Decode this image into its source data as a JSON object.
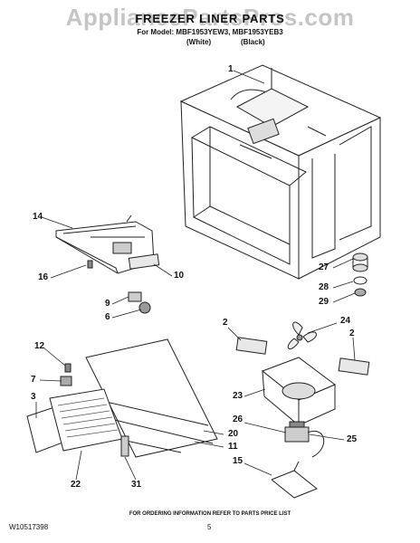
{
  "watermark": "AppliancePartsPros.com",
  "header": {
    "title": "FREEZER LINER PARTS",
    "model_line": "For Model: MBF1953YEW3, MBF1953YEB3",
    "variants": [
      "(White)",
      "(Black)"
    ]
  },
  "callouts": [
    "1",
    "14",
    "16",
    "10",
    "9",
    "6",
    "27",
    "28",
    "29",
    "2",
    "24",
    "2",
    "12",
    "7",
    "3",
    "23",
    "26",
    "25",
    "20",
    "11",
    "15",
    "22",
    "31"
  ],
  "footer": {
    "note": "FOR ORDERING INFORMATION REFER TO PARTS PRICE LIST",
    "doc_number": "W10517398",
    "page_number": "5"
  }
}
